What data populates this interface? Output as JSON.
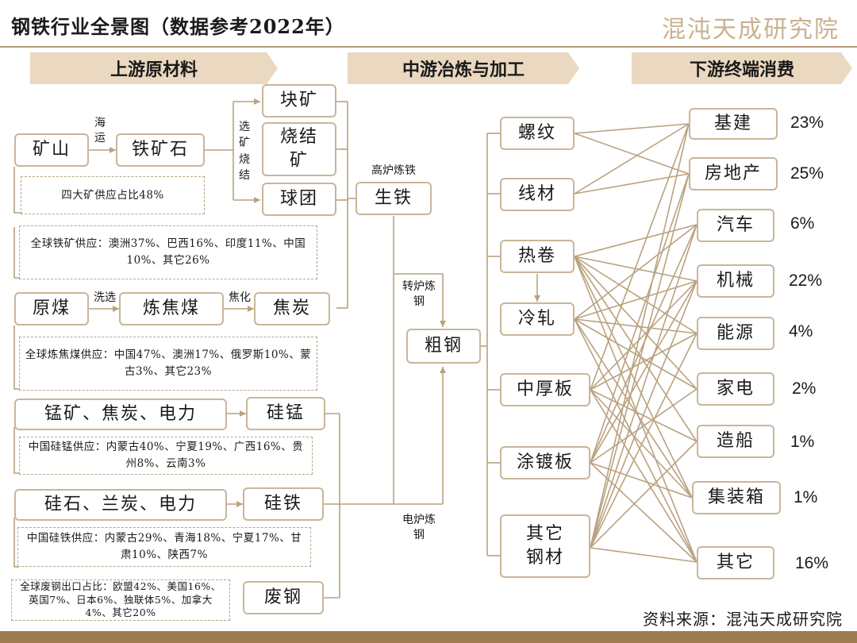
{
  "title": "钢铁行业全景图（数据参考2022年）",
  "logo": "混沌天成研究院",
  "source": "资料来源：混沌天成研究院",
  "headers": {
    "upstream": "上游原材料",
    "midstream": "中游冶炼与加工",
    "downstream": "下游终端消费"
  },
  "upstream": {
    "mine": "矿山",
    "iron_ore": "铁矿石",
    "lump_ore": "块矿",
    "sinter": "烧结矿",
    "pellet": "球团",
    "raw_coal": "原煤",
    "coking_coal": "炼焦煤",
    "coke": "焦炭",
    "mn_inputs": "锰矿、焦炭、电力",
    "simn": "硅锰",
    "si_inputs": "硅石、兰炭、电力",
    "fesi": "硅铁",
    "scrap": "废钢"
  },
  "labels": {
    "shipping": "海运",
    "beneficiation": "选矿烧结",
    "wash": "洗选",
    "coking": "焦化",
    "blast_furnace": "高炉炼铁",
    "converter": "转炉炼钢",
    "eaf": "电炉炼钢"
  },
  "notes": {
    "big_four": "四大矿供应占比48%",
    "global_ore": "全球铁矿供应：澳洲37%、巴西16%、印度11%、中国10%、其它26%",
    "global_coal": "全球炼焦煤供应：中国47%、澳洲17%、俄罗斯10%、蒙古3%、其它23%",
    "simn_supply": "中国硅锰供应：内蒙古40%、宁夏19%、广西16%、贵州8%、云南3%",
    "fesi_supply": "中国硅铁供应：内蒙古29%、青海18%、宁夏17%、甘肃10%、陕西7%",
    "scrap_export": "全球废钢出口占比：欧盟42%、美国16%、英国7%、日本6%、独联体5%、加拿大4%、其它20%"
  },
  "midstream": {
    "pig_iron": "生铁",
    "crude_steel": "粗钢",
    "products": [
      "螺纹",
      "线材",
      "热卷",
      "冷轧",
      "中厚板",
      "涂镀板",
      "其它钢材"
    ]
  },
  "downstream": [
    {
      "name": "基建",
      "share": "23%"
    },
    {
      "name": "房地产",
      "share": "25%"
    },
    {
      "name": "汽车",
      "share": "6%"
    },
    {
      "name": "机械",
      "share": "22%"
    },
    {
      "name": "能源",
      "share": "4%"
    },
    {
      "name": "家电",
      "share": "2%"
    },
    {
      "name": "造船",
      "share": "1%"
    },
    {
      "name": "集装箱",
      "share": "1%"
    },
    {
      "name": "其它",
      "share": "16%"
    }
  ],
  "colors": {
    "line": "#b9a27f",
    "header_bg": "#ead8c1",
    "box_border": "#c9b59a",
    "bar": "#9e7c4f"
  }
}
